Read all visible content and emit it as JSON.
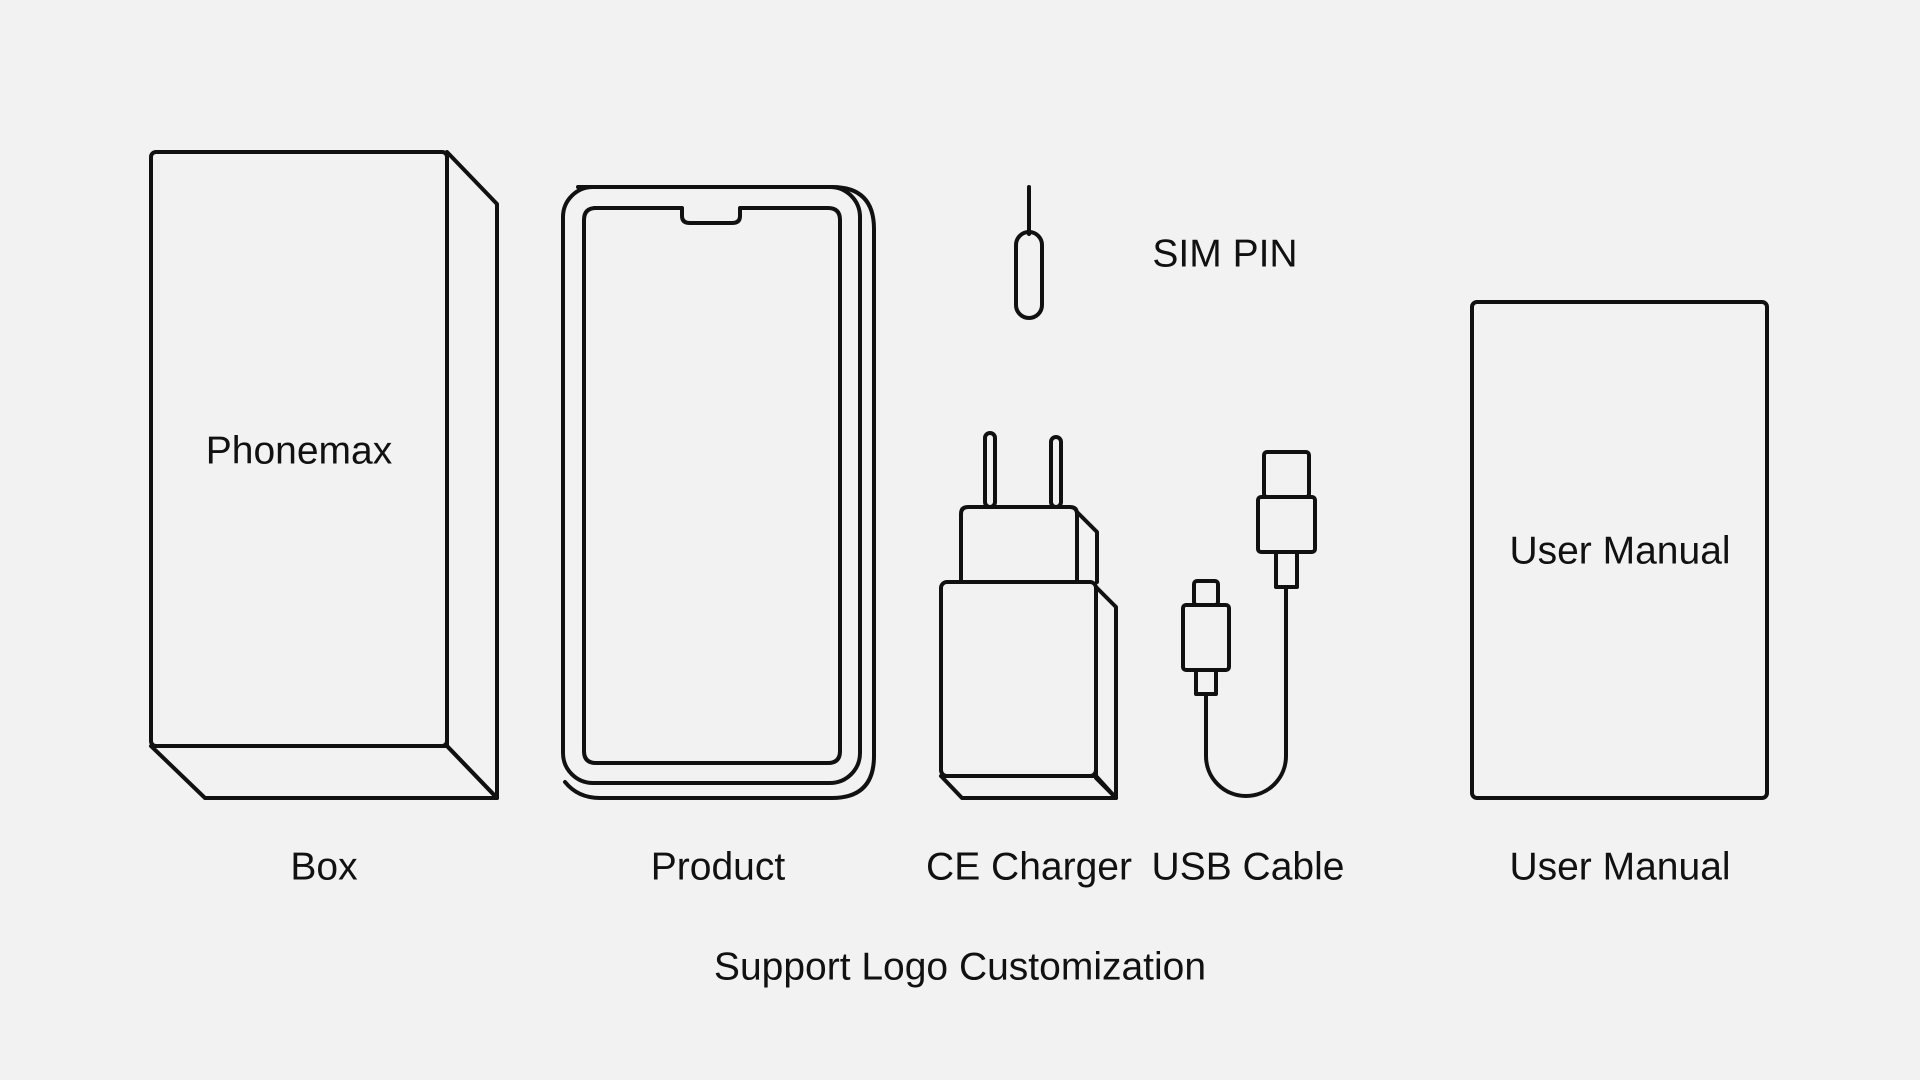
{
  "box": {
    "brand": "Phonemax",
    "caption": "Box"
  },
  "product": {
    "caption": "Product"
  },
  "sim_pin": {
    "label": "SIM PIN"
  },
  "charger": {
    "caption": "CE Charger"
  },
  "cable": {
    "caption": "USB Cable"
  },
  "manual": {
    "cover_text": "User Manual",
    "caption": "User Manual"
  },
  "footer": {
    "note": "Support Logo Customization"
  },
  "colors": {
    "background": "#f2f2f2",
    "line": "#111111"
  }
}
